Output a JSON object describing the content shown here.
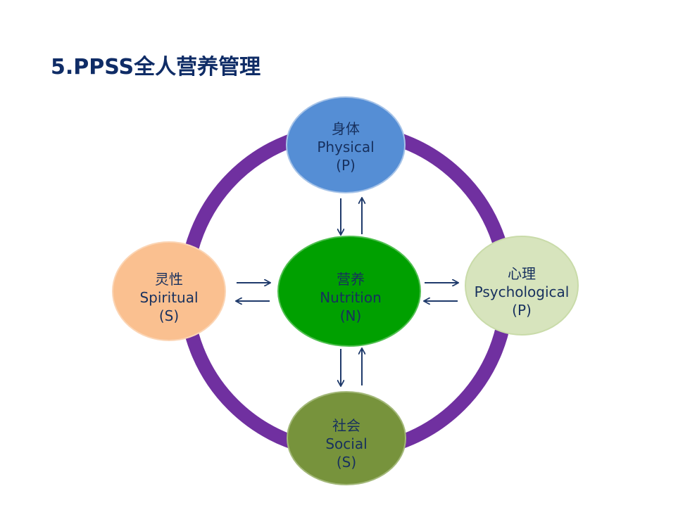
{
  "title": "5.PPSS全人营养管理",
  "colors": {
    "title": "#0f2c66",
    "ring": "#7030a0",
    "arrow": "#1f3a6b",
    "text": "#17305e"
  },
  "nodes": {
    "physical": {
      "cn": "身体",
      "en": "Physical",
      "abbr": "(P)",
      "fill": "#558ed5"
    },
    "spiritual": {
      "cn": "灵性",
      "en": "Spiritual",
      "abbr": "(S)",
      "fill": "#fac090"
    },
    "nutrition": {
      "cn": "营养",
      "en": "Nutrition",
      "abbr": "(N)",
      "fill": "#00a000"
    },
    "psychological": {
      "cn": "心理",
      "en": "Psychological",
      "abbr": "(P)",
      "fill": "#d7e4bd"
    },
    "social": {
      "cn": "社会",
      "en": "Social",
      "abbr": "(S)",
      "fill": "#77933c"
    }
  }
}
